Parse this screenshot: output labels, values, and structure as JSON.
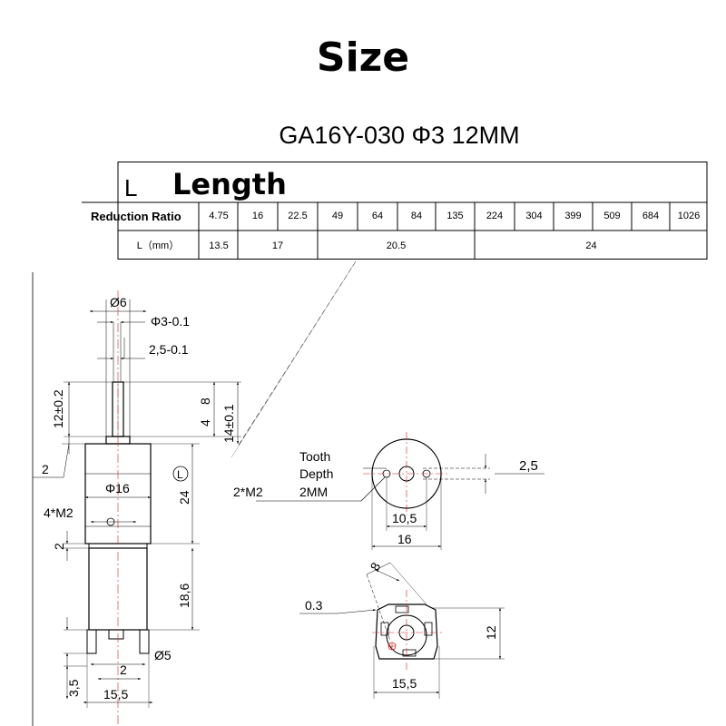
{
  "header": {
    "title": "Size",
    "subtitle": "GA16Y-030 Φ3 12MM"
  },
  "table": {
    "legend_letter": "L",
    "legend_word": "Length",
    "row1_label": "Reduction Ratio",
    "row2_label": "L（mm）",
    "ratios": [
      "4.75",
      "16",
      "22.5",
      "49",
      "64",
      "84",
      "135",
      "224",
      "304",
      "399",
      "509",
      "684",
      "1026"
    ],
    "lengths": [
      "13.5",
      "17",
      "20.5",
      "24"
    ]
  },
  "side_view": {
    "d_flange": "Ø6",
    "d_shaft": "Φ3-0.1",
    "d_flat": "2,5-0.1",
    "len_shaft": "12±0.2",
    "len_flat": "8",
    "len_4": "4",
    "len_total": "14±0.1",
    "len_2_top": "2",
    "d_body": "Φ16",
    "len_gearbox": "24",
    "gearbox_marker": "L",
    "holes": "4*M2",
    "len_2_mid": "2",
    "len_motor": "18,6",
    "d_5": "Ø5",
    "len_2_bottom": "2",
    "len_3_5": "3,5",
    "width_bottom": "15,5"
  },
  "front_view": {
    "tooth_label": "Tooth",
    "depth_label": "Depth",
    "depth_value": "2MM",
    "holes": "2*M2",
    "flat": "2,5",
    "spacing": "10,5",
    "width": "16"
  },
  "rear_view": {
    "dim_8": "8",
    "dim_03": "0.3",
    "height": "12",
    "width": "15,5"
  }
}
